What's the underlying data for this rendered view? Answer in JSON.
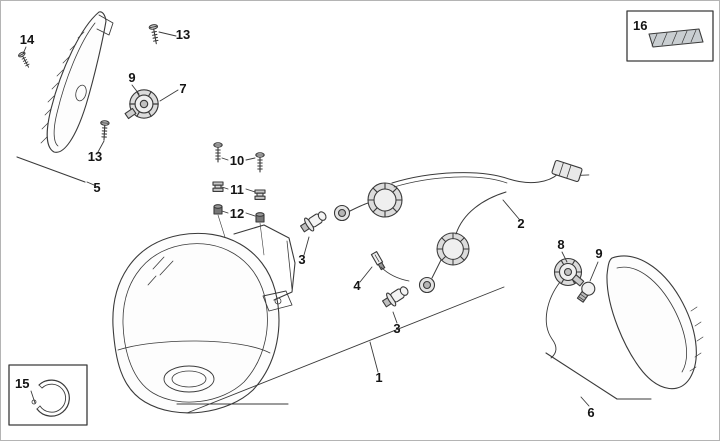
{
  "diagram": {
    "kind": "exploded-parts-diagram",
    "subject": "headlight and turn indicator assembly",
    "background": "#ffffff",
    "line_color": "#3a3a3a",
    "callouts": {
      "c1": "1",
      "c2": "2",
      "c3a": "3",
      "c3b": "3",
      "c4": "4",
      "c5": "5",
      "c6": "6",
      "c7": "7",
      "c8": "8",
      "c9a": "9",
      "c9b": "9",
      "c10": "10",
      "c11": "11",
      "c12": "12",
      "c13a": "13",
      "c13b": "13",
      "c14": "14",
      "c15": "15",
      "c16": "16"
    }
  }
}
